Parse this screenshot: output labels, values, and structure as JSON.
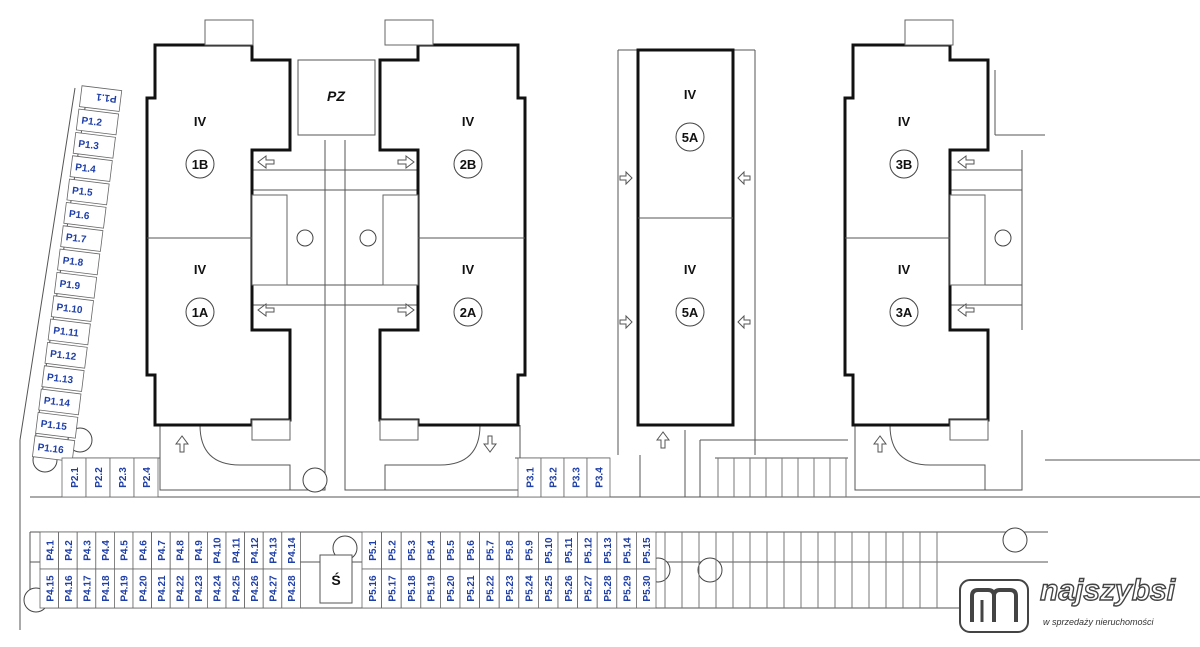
{
  "buildings": [
    {
      "id": "1B",
      "floors": "IV"
    },
    {
      "id": "1A",
      "floors": "IV"
    },
    {
      "id": "2B",
      "floors": "IV"
    },
    {
      "id": "2A",
      "floors": "IV"
    },
    {
      "id": "5A",
      "floors": "IV"
    },
    {
      "id": "5A",
      "floors": "IV"
    },
    {
      "id": "3B",
      "floors": "IV"
    },
    {
      "id": "3A",
      "floors": "IV"
    }
  ],
  "pz_label": "PZ",
  "trash_label": "Ś",
  "parking": {
    "p1": [
      "P1.1",
      "P1.2",
      "P1.3",
      "P1.4",
      "P1.5",
      "P1.6",
      "P1.7",
      "P1.8",
      "P1.9",
      "P1.10",
      "P1.11",
      "P1.12",
      "P1.13",
      "P1.14",
      "P1.15",
      "P1.16"
    ],
    "p2": [
      "P2.1",
      "P2.2",
      "P2.3",
      "P2.4"
    ],
    "p3": [
      "P3.1",
      "P3.2",
      "P3.3",
      "P3.4"
    ],
    "p4_top": [
      "P4.1",
      "P4.2",
      "P4.3",
      "P4.4",
      "P4.5",
      "P4.6",
      "P4.7",
      "P4.8",
      "P4.9",
      "P4.10",
      "P4.11",
      "P4.12",
      "P4.13",
      "P4.14"
    ],
    "p4_bottom": [
      "P4.15",
      "P4.16",
      "P4.17",
      "P4.18",
      "P4.19",
      "P4.20",
      "P4.21",
      "P4.22",
      "P4.23",
      "P4.24",
      "P4.25",
      "P4.26",
      "P4.27",
      "P4.28"
    ],
    "p5_top": [
      "P5.1",
      "P5.2",
      "P5.3",
      "P5.4",
      "P5.5",
      "P5.6",
      "P5.7",
      "P5.8",
      "P5.9",
      "P5.10",
      "P5.11",
      "P5.12",
      "P5.13",
      "P5.14",
      "P5.15"
    ],
    "p5_bottom": [
      "P5.16",
      "P5.17",
      "P5.18",
      "P5.19",
      "P5.20",
      "P5.21",
      "P5.22",
      "P5.23",
      "P5.24",
      "P5.25",
      "P5.26",
      "P5.27",
      "P5.28",
      "P5.29",
      "P5.30"
    ]
  },
  "watermark": {
    "brand": "najszybsi",
    "tagline": "w sprzedaży nieruchomości"
  }
}
